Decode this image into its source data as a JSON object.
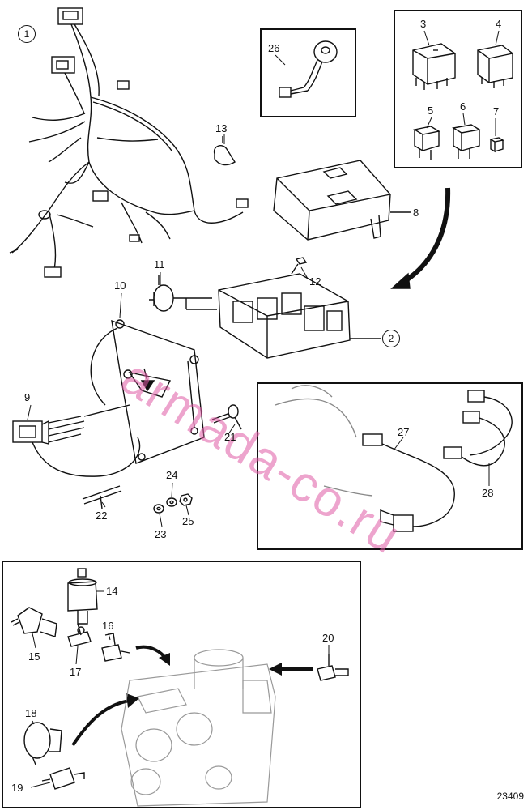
{
  "diagram": {
    "callouts": {
      "c1": "1",
      "c2": "2",
      "c3": "3",
      "c4": "4",
      "c5": "5",
      "c6": "6",
      "c7": "7",
      "c8": "8",
      "c9": "9",
      "c10": "10",
      "c11": "11",
      "c12": "12",
      "c13": "13",
      "c14": "14",
      "c15": "15",
      "c16": "16",
      "c17": "17",
      "c18": "18",
      "c19": "19",
      "c20": "20",
      "c21": "21",
      "c22": "22",
      "c23": "23",
      "c24": "24",
      "c25": "25",
      "c26": "26",
      "c27": "27",
      "c28": "28"
    },
    "watermark": "armada-co.ru",
    "figure_number": "23409"
  }
}
